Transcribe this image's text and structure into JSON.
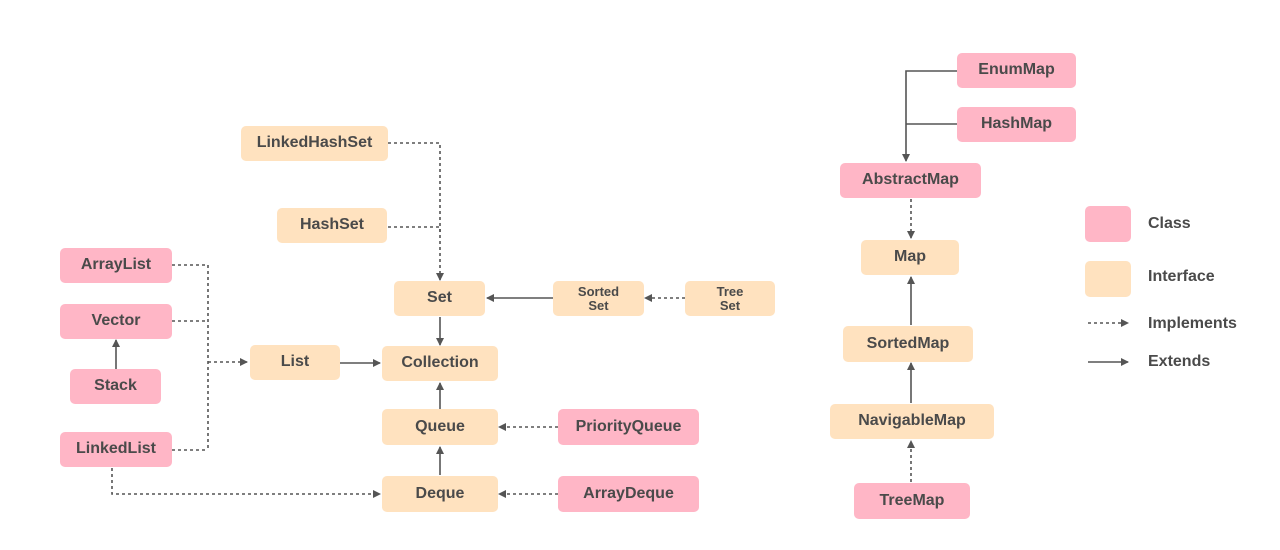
{
  "colors": {
    "class_fill": "#ffb6c6",
    "interface_fill": "#ffe2bf",
    "line": "#555555",
    "text": "#4a4a4a"
  },
  "nodes": {
    "linkedhashset": "LinkedHashSet",
    "hashset": "HashSet",
    "arraylist": "ArrayList",
    "vector": "Vector",
    "stack": "Stack",
    "linkedlist": "LinkedList",
    "list": "List",
    "set": "Set",
    "collection": "Collection",
    "queue": "Queue",
    "deque": "Deque",
    "sortedset_1": "Sorted",
    "sortedset_2": "Set",
    "treeset_1": "Tree",
    "treeset_2": "Set",
    "priorityqueue": "PriorityQueue",
    "arraydeque": "ArrayDeque",
    "enummap": "EnumMap",
    "hashmap": "HashMap",
    "abstractmap": "AbstractMap",
    "map": "Map",
    "sortedmap": "SortedMap",
    "navigablemap": "NavigableMap",
    "treemap": "TreeMap"
  },
  "legend": {
    "class": "Class",
    "interface": "Interface",
    "implements": "Implements",
    "extends": "Extends"
  }
}
